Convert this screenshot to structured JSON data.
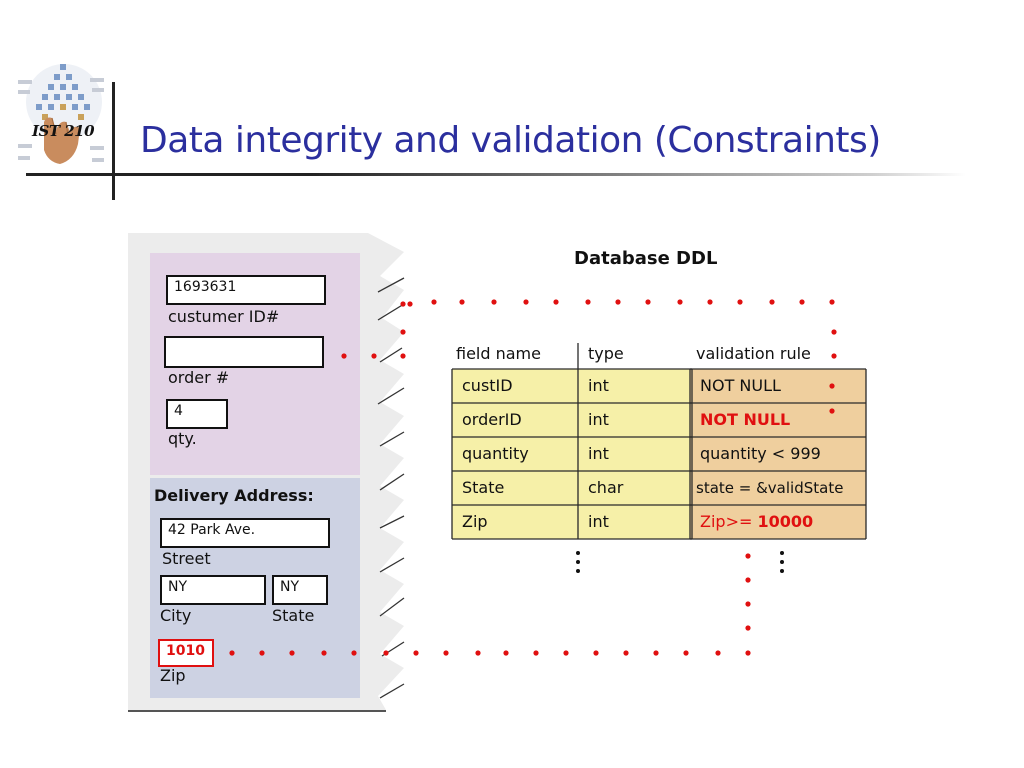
{
  "header": {
    "course_code": "IST 210",
    "title": "Data integrity and validation (Constraints)"
  },
  "form": {
    "customer_id_value": "1693631",
    "customer_id_label": "custumer ID#",
    "order_value": "",
    "order_label": "order #",
    "qty_value": "4",
    "qty_label": "qty.",
    "delivery_title": "Delivery Address:",
    "street_value": "42 Park Ave.",
    "street_label": "Street",
    "city_value": "NY",
    "city_label": "City",
    "state_value": "NY",
    "state_label": "State",
    "zip_value": "1010",
    "zip_label": "Zip"
  },
  "ddl": {
    "title": "Database DDL",
    "headers": {
      "field": "field name",
      "type": "type",
      "rule": "validation rule"
    },
    "rows": [
      {
        "field": "custID",
        "type": "int",
        "rule": "NOT NULL"
      },
      {
        "field": "orderID",
        "type": "int",
        "rule": "NOT NULL"
      },
      {
        "field": "quantity",
        "type": "int",
        "rule": "quantity < 999"
      },
      {
        "field": "State",
        "type": "char",
        "rule": "state = &validState"
      },
      {
        "field": "Zip",
        "type": "int",
        "rule_prefix": "Zip>= ",
        "rule_value": "10000"
      }
    ]
  },
  "colors": {
    "title_blue": "#2b2f9e",
    "form_purple": "#e3d3e6",
    "form_blue": "#cdd2e3",
    "table_yellow": "#f6f0a8",
    "table_tan": "#efcf9e",
    "error_red": "#e01010"
  }
}
